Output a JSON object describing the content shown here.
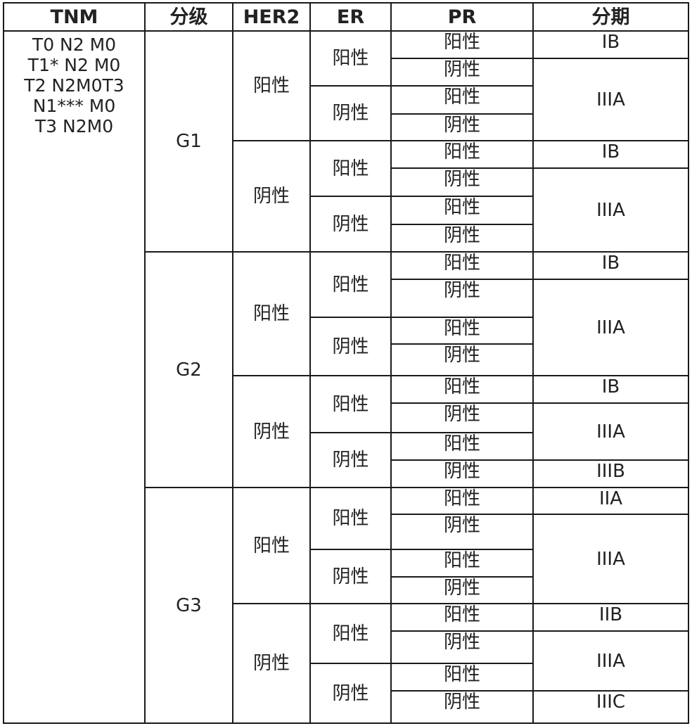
{
  "headers": [
    "TNM",
    "分级",
    "HER2",
    "ER",
    "PR",
    "分期"
  ],
  "tnm_lines": [
    "T0 N2 M0",
    "T1* N2 M0",
    "T2 N2M0T3",
    "N1*** M0",
    "T3 N2M0"
  ],
  "grades": [
    {
      "label": "G1",
      "her2": [
        {
          "label": "阳性",
          "er": [
            {
              "label": "阳性",
              "pr": [
                "阳性",
                "阴性"
              ]
            },
            {
              "label": "阴性",
              "pr": [
                "阳性",
                "阴性"
              ]
            }
          ]
        },
        {
          "label": "阴性",
          "er": [
            {
              "label": "阳性",
              "pr": [
                "阳性",
                "阴性"
              ]
            },
            {
              "label": "阴性",
              "pr": [
                "阳性",
                "阴性"
              ]
            }
          ]
        }
      ],
      "stages": [
        {
          "label": "IB",
          "span": 1
        },
        {
          "label": "IIIA",
          "span": 3
        },
        {
          "label": "IB",
          "span": 1
        },
        {
          "label": "IIIA",
          "span": 3
        }
      ]
    },
    {
      "label": "G2",
      "her2": [
        {
          "label": "阳性",
          "er": [
            {
              "label": "阳性",
              "pr": [
                "阳性",
                "阴性"
              ]
            },
            {
              "label": "阴性",
              "pr": [
                "阳性",
                "阴性"
              ]
            }
          ]
        },
        {
          "label": "阴性",
          "er": [
            {
              "label": "阳性",
              "pr": [
                "阳性",
                "阴性"
              ]
            },
            {
              "label": "阴性",
              "pr": [
                "阳性",
                "阴性"
              ]
            }
          ]
        }
      ],
      "stages": [
        {
          "label": "IB",
          "span": 1
        },
        {
          "label": "IIIA",
          "span": 3
        },
        {
          "label": "IB",
          "span": 1
        },
        {
          "label": "IIIA",
          "span": 2
        },
        {
          "label": "IIIB",
          "span": 1
        }
      ]
    },
    {
      "label": "G3",
      "her2": [
        {
          "label": "阳性",
          "er": [
            {
              "label": "阳性",
              "pr": [
                "阳性",
                "阴性"
              ]
            },
            {
              "label": "阴性",
              "pr": [
                "阳性",
                "阴性"
              ]
            }
          ]
        },
        {
          "label": "阴性",
          "er": [
            {
              "label": "阳性",
              "pr": [
                "阳性",
                "阴性"
              ]
            },
            {
              "label": "阴性",
              "pr": [
                "阳性",
                "阴性"
              ]
            }
          ]
        }
      ],
      "stages": [
        {
          "label": "IIA",
          "span": 1
        },
        {
          "label": "IIIA",
          "span": 3
        },
        {
          "label": "IIB",
          "span": 1
        },
        {
          "label": "IIIA",
          "span": 2
        },
        {
          "label": "IIIC",
          "span": 1
        }
      ]
    }
  ]
}
